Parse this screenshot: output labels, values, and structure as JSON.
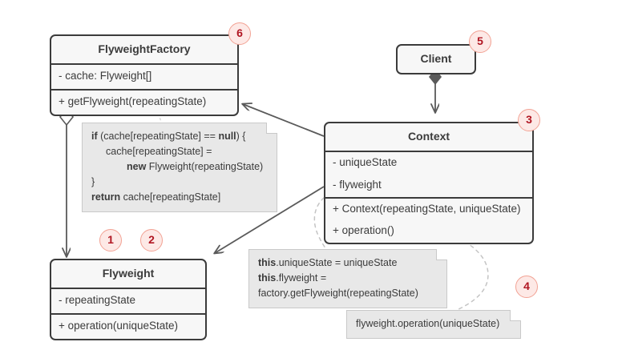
{
  "diagram": {
    "title": "Flyweight pattern class diagram",
    "colors": {
      "box_border": "#3b3b3b",
      "box_fill": "#f7f7f7",
      "note_fill": "#e8e8e8",
      "note_border": "#c9c9c9",
      "badge_fill": "#fde9e6",
      "badge_border": "#f2a294",
      "badge_text": "#b01622",
      "edge": "#5a5a5a",
      "dashed_edge": "#c4c4c4",
      "background": "#ffffff"
    }
  },
  "classes": {
    "flyweight_factory": {
      "name": "FlyweightFactory",
      "fields": [
        "- cache: Flyweight[]"
      ],
      "methods": [
        "+ getFlyweight(repeatingState)"
      ]
    },
    "client": {
      "name": "Client",
      "fields": [],
      "methods": []
    },
    "context": {
      "name": "Context",
      "fields": [
        "- uniqueState",
        "- flyweight"
      ],
      "methods": [
        "+ Context(repeatingState, uniqueState)",
        "+ operation()"
      ]
    },
    "flyweight": {
      "name": "Flyweight",
      "fields": [
        "- repeatingState"
      ],
      "methods": [
        "+ operation(uniqueState)"
      ]
    }
  },
  "notes": {
    "factory_code": {
      "lines": [
        {
          "bold": "if",
          "rest": " (cache[repeatingState] == ",
          "bold2": "null",
          "rest2": ") {",
          "indent": 0
        },
        {
          "bold": "",
          "rest": "cache[repeatingState] =",
          "indent": 1
        },
        {
          "bold": "new",
          "rest": " Flyweight(repeatingState)",
          "indent": 2
        },
        {
          "bold": "",
          "rest": "}",
          "indent": 0
        },
        {
          "bold": "return",
          "rest": " cache[repeatingState]",
          "indent": 0
        }
      ]
    },
    "context_constructor": {
      "lines": [
        {
          "bold": "this",
          "rest": ".uniqueState = uniqueState"
        },
        {
          "bold": "this",
          "rest": ".flyweight ="
        },
        {
          "bold": "",
          "rest": "factory.getFlyweight(repeatingState)"
        }
      ]
    },
    "operation_body": {
      "text": "flyweight.operation(uniqueState)"
    }
  },
  "badges": [
    {
      "id": "badge-1",
      "label": "1"
    },
    {
      "id": "badge-2",
      "label": "2"
    },
    {
      "id": "badge-3",
      "label": "3"
    },
    {
      "id": "badge-4",
      "label": "4"
    },
    {
      "id": "badge-5",
      "label": "5"
    },
    {
      "id": "badge-6",
      "label": "6"
    }
  ],
  "relations": [
    {
      "name": "client-to-context",
      "type": "composition",
      "from": "Client",
      "to": "Context"
    },
    {
      "name": "context-to-factory",
      "type": "association",
      "from": "Context",
      "to": "FlyweightFactory"
    },
    {
      "name": "context-to-flyweight",
      "type": "association",
      "from": "Context",
      "to": "Flyweight"
    },
    {
      "name": "factory-to-flyweight",
      "type": "aggregation",
      "from": "FlyweightFactory",
      "to": "Flyweight"
    }
  ]
}
